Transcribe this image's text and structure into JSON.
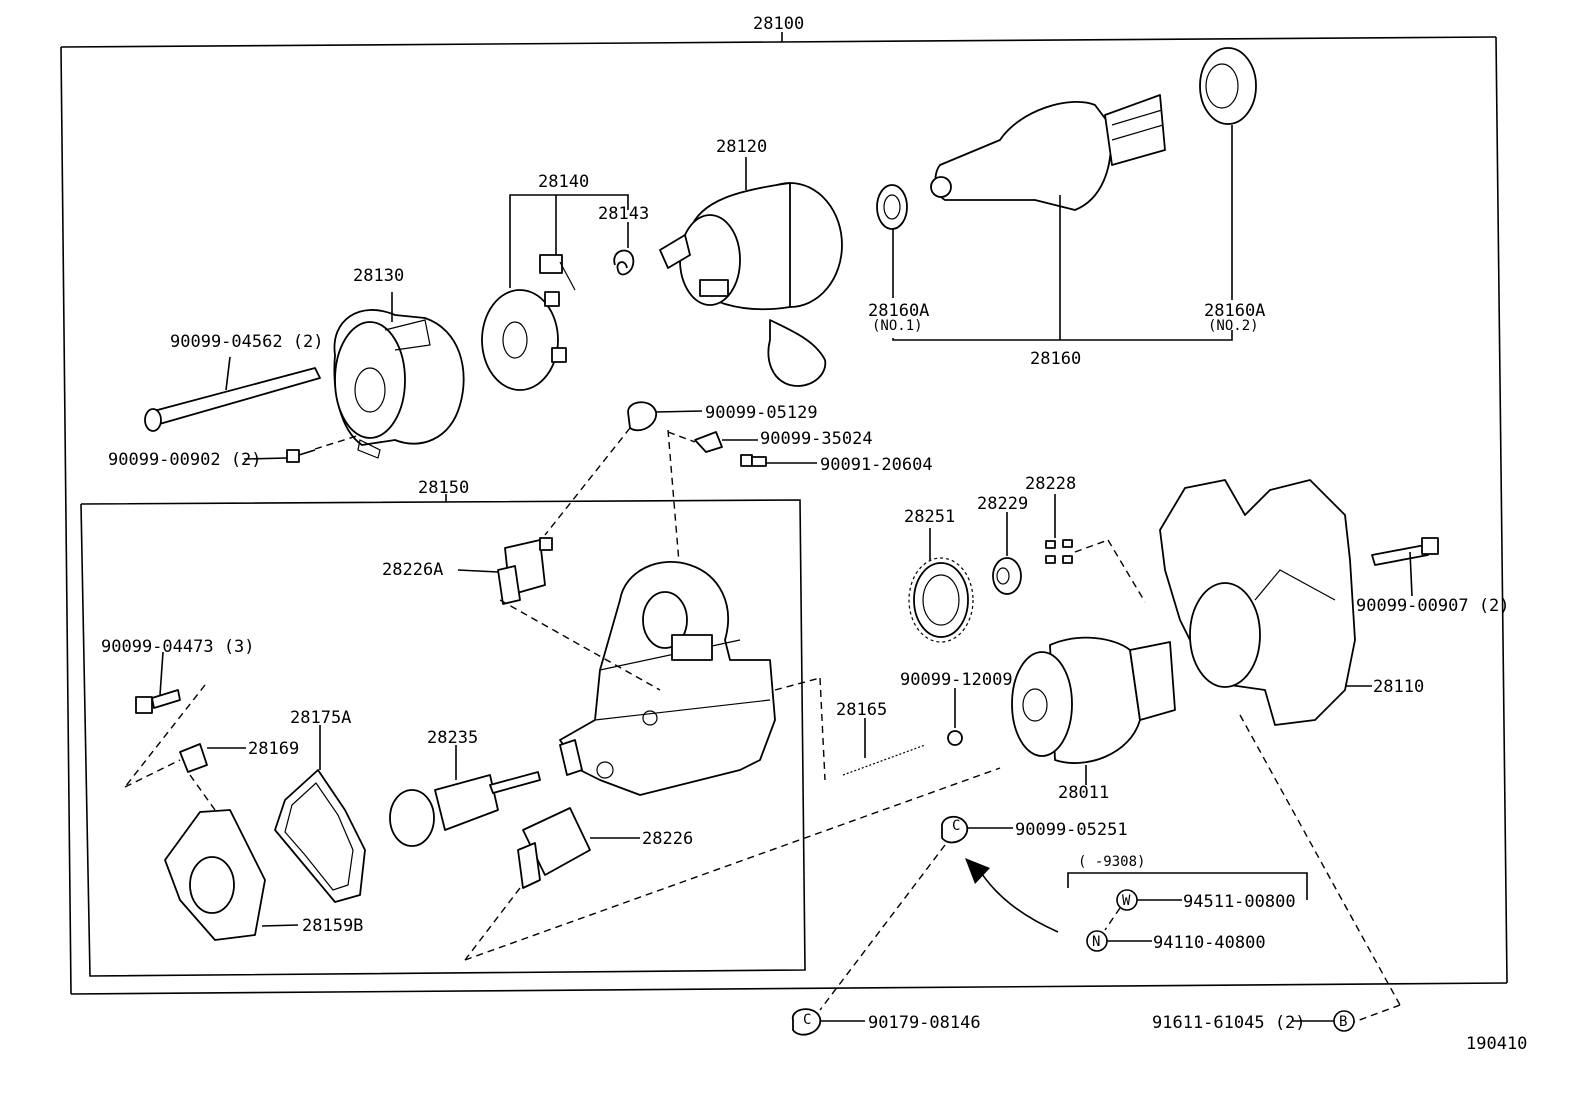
{
  "labels": {
    "assembly": "28100",
    "p28120": "28120",
    "p28140": "28140",
    "p28143": "28143",
    "p28130": "28130",
    "bolt_long": "90099-04562 (2)",
    "screw_small": "90099-00902 (2)",
    "p28160a_1": "28160A",
    "p28160a_1_sub": "(NO.1)",
    "p28160a_2": "28160A",
    "p28160a_2_sub": "(NO.2)",
    "p28160": "28160",
    "cap_05129": "90099-05129",
    "clip_35024": "90099-35024",
    "screw_20604": "90091-20604",
    "p28150": "28150",
    "p28226a": "28226A",
    "bolt_04473": "90099-04473 (3)",
    "p28175a": "28175A",
    "p28169": "28169",
    "p28235": "28235",
    "p28226": "28226",
    "p28159b": "28159B",
    "p28251": "28251",
    "p28229": "28229",
    "p28228": "28228",
    "bolt_00907": "90099-00907 (2)",
    "ball_12009": "90099-12009",
    "p28165": "28165",
    "p28011": "28011",
    "p28110": "28110",
    "cap_05251": "90099-05251",
    "date_range": "(        -9308)",
    "washer_00800": "94511-00800",
    "nut_40800": "94110-40800",
    "cap_08146": "90179-08146",
    "bolt_61045": "91611-61045 (2)",
    "diagram_code": "190410",
    "marker_w": "W",
    "marker_n": "N",
    "marker_b": "B",
    "marker_c": "C"
  }
}
